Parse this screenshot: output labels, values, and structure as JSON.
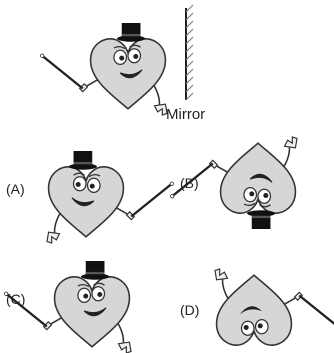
{
  "mirror_label": "Mirror",
  "options": [
    {
      "label": "(A)"
    },
    {
      "label": "(B)"
    },
    {
      "label": "(C)"
    },
    {
      "label": "(D)"
    }
  ]
}
